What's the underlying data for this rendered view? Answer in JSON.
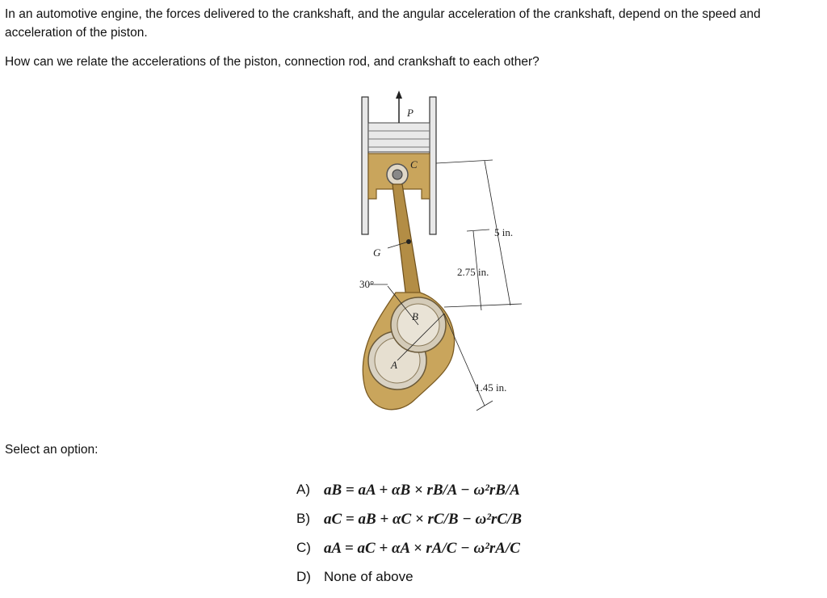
{
  "question": {
    "line1": "In an automotive engine, the forces delivered to the crankshaft, and the angular acceleration of the crankshaft, depend on the speed and acceleration of the piston.",
    "line2": "How can we relate the accelerations of the piston, connection rod, and crankshaft to each other?"
  },
  "figure": {
    "labels": {
      "P": "P",
      "C": "C",
      "G": "G",
      "B": "B",
      "A": "A",
      "angle": "30°",
      "dim_5": "5 in.",
      "dim_275": "2.75 in.",
      "dim_145": "1.45 in."
    },
    "colors": {
      "metal": "#c9a55c",
      "metal_dark": "#8a6a2e",
      "cylinder": "#e8e8e8",
      "crank_disc": "#d9d2c3"
    }
  },
  "prompt": "Select an option:",
  "options": [
    {
      "letter": "A)",
      "eq": "aB = aA + αB × rB/A − ω²rB/A"
    },
    {
      "letter": "B)",
      "eq": "aC = aB + αC × rC/B − ω²rC/B"
    },
    {
      "letter": "C)",
      "eq": "aA = aC + αA × rA/C − ω²rA/C"
    },
    {
      "letter": "D)",
      "text": "None of above"
    }
  ]
}
